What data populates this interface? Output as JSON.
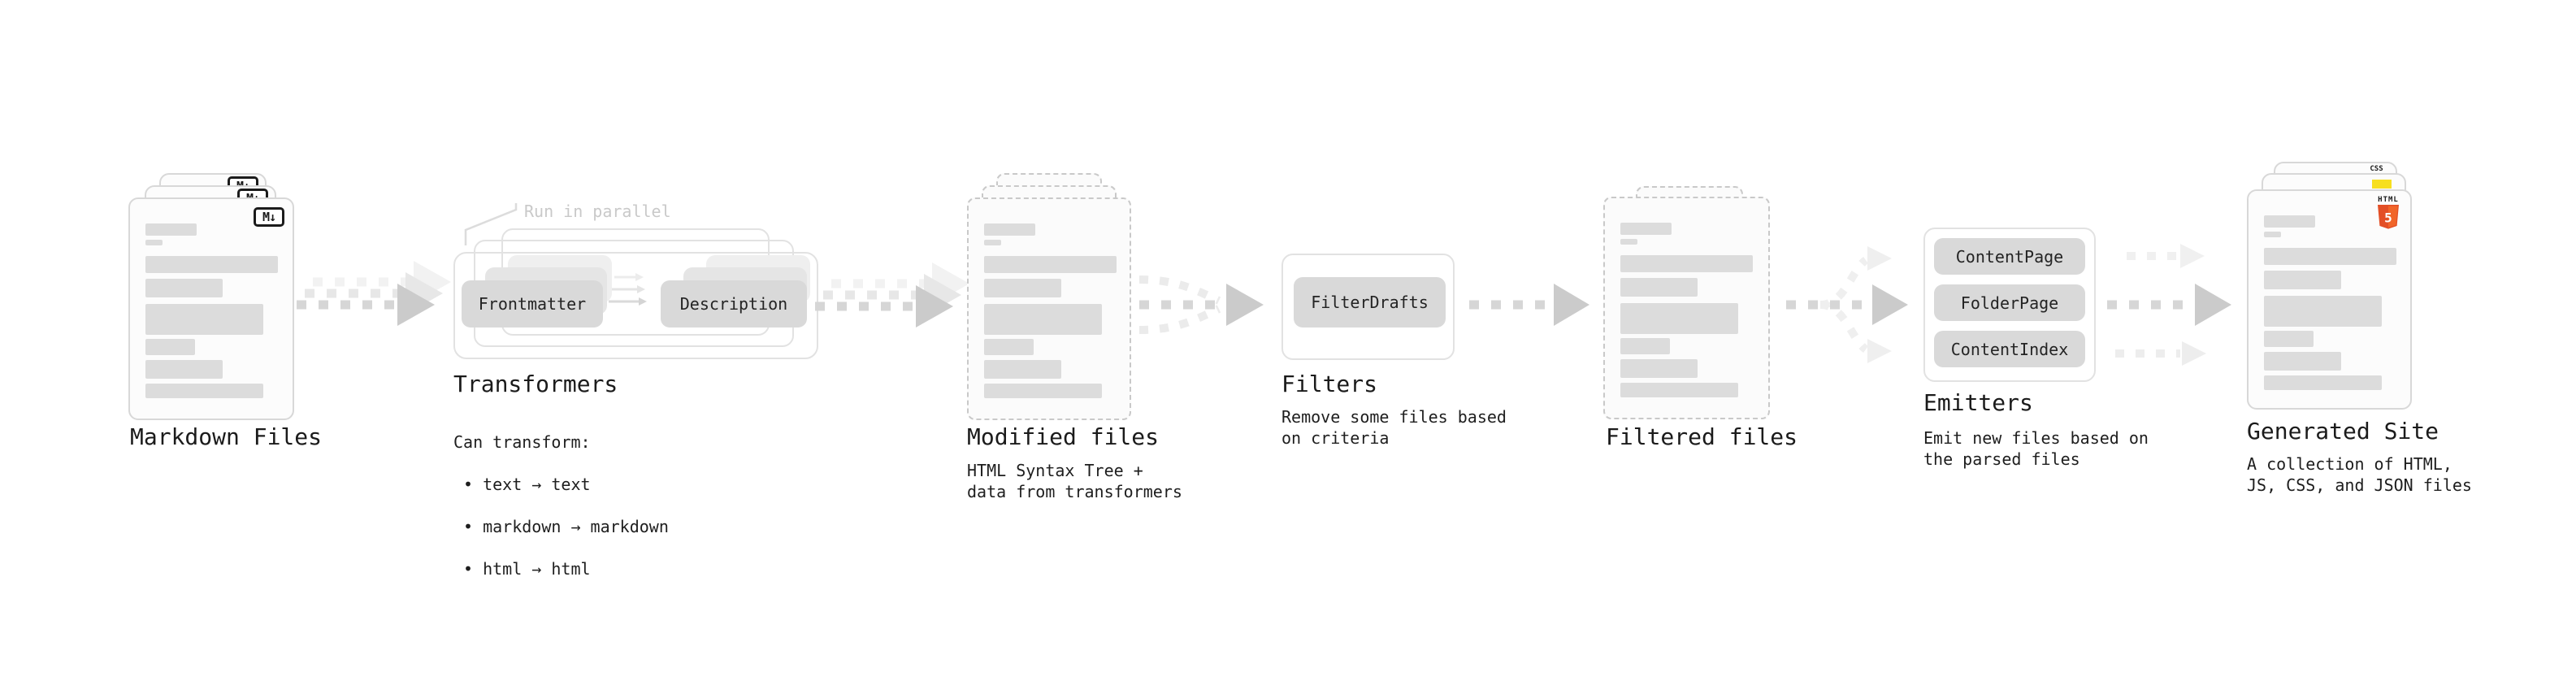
{
  "icons": {
    "markdown_badge": "M↓",
    "html5_word": "HTML",
    "html5_numeral": "5",
    "css_word": "CSS"
  },
  "colors": {
    "html5_orange": "#e34f26",
    "js_yellow": "#f7df1e",
    "css_blue": "#2456d6",
    "pill_gray": "#d9d9d9",
    "arrow_gray": "#cbcbcb",
    "annotation_gray": "#c9c9c9",
    "text_dark": "#1b1b1b"
  },
  "nodes": {
    "markdown_files": {
      "label": "Markdown Files"
    },
    "transformers": {
      "label": "Transformers",
      "annotation": "Run in parallel",
      "pills": [
        "Frontmatter",
        "Description"
      ],
      "caption_title": "Can transform:",
      "caption_items": [
        "text → text",
        "markdown → markdown",
        "html → html"
      ]
    },
    "modified_files": {
      "label": "Modified files",
      "caption": "HTML Syntax Tree +\ndata from transformers"
    },
    "filters": {
      "label": "Filters",
      "pills": [
        "FilterDrafts"
      ],
      "caption": "Remove some files based\non criteria"
    },
    "filtered_files": {
      "label": "Filtered files"
    },
    "emitters": {
      "label": "Emitters",
      "pills": [
        "ContentPage",
        "FolderPage",
        "ContentIndex"
      ],
      "caption": "Emit new files based on\nthe parsed files"
    },
    "generated_site": {
      "label": "Generated Site",
      "caption": "A collection of HTML,\nJS, CSS, and JSON files"
    }
  }
}
